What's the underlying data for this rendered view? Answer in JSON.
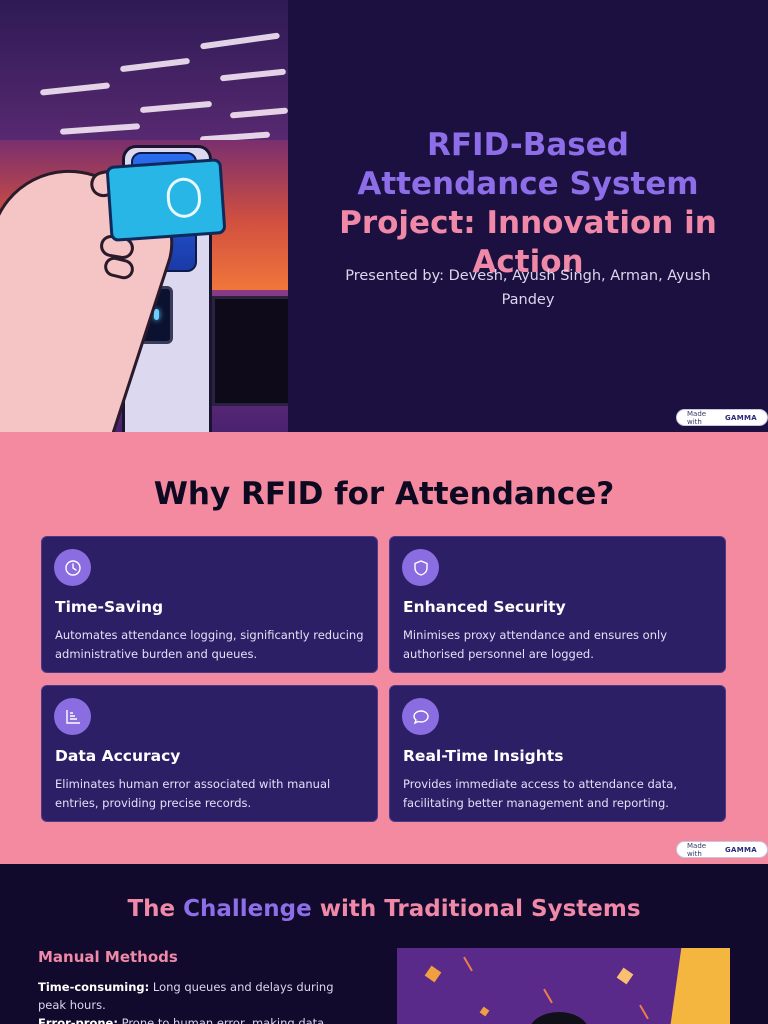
{
  "slide1": {
    "title_line1": "RFID-Based",
    "title_line2": "Attendance System",
    "title_line3": "Project: Innovation in",
    "title_line4": "Action",
    "subtitle": "Presented by: Devesh, Ayush Singh, Arman, Ayush Pandey",
    "badge": {
      "prefix": "Made with",
      "brand": "GAMMA"
    }
  },
  "slide2": {
    "title": "Why RFID for Attendance?",
    "features": [
      {
        "icon": "clock-icon",
        "title": "Time-Saving",
        "text": "Automates attendance logging, significantly reducing administrative burden and queues."
      },
      {
        "icon": "shield-icon",
        "title": "Enhanced Security",
        "text": "Minimises proxy attendance and ensures only authorised personnel are logged."
      },
      {
        "icon": "chart-icon",
        "title": "Data Accuracy",
        "text": "Eliminates human error associated with manual entries, providing precise records."
      },
      {
        "icon": "chat-bubble-icon",
        "title": "Real-Time Insights",
        "text": "Provides immediate access to attendance data, facilitating better management and reporting."
      }
    ],
    "badge": {
      "prefix": "Made with",
      "brand": "GAMMA"
    }
  },
  "slide3": {
    "title_part1": "The ",
    "title_part2": "Challenge",
    "title_part3": " with Traditional Systems",
    "section_title": "Manual Methods",
    "items": [
      {
        "label": "Time-consuming:",
        "text": " Long queues and delays during peak hours."
      },
      {
        "label": "Error-prone:",
        "text": " Prone to human error, making data unreliable."
      }
    ]
  },
  "colors": {
    "slide1_bg": "#1c1040",
    "title_violet": "#8d6ee8",
    "title_pink": "#f088a8",
    "slide2_bg": "#f38aa0",
    "card_bg": "#2d1f66",
    "icon_bg": "#8a6de0",
    "slide3_bg": "#120a2c"
  }
}
